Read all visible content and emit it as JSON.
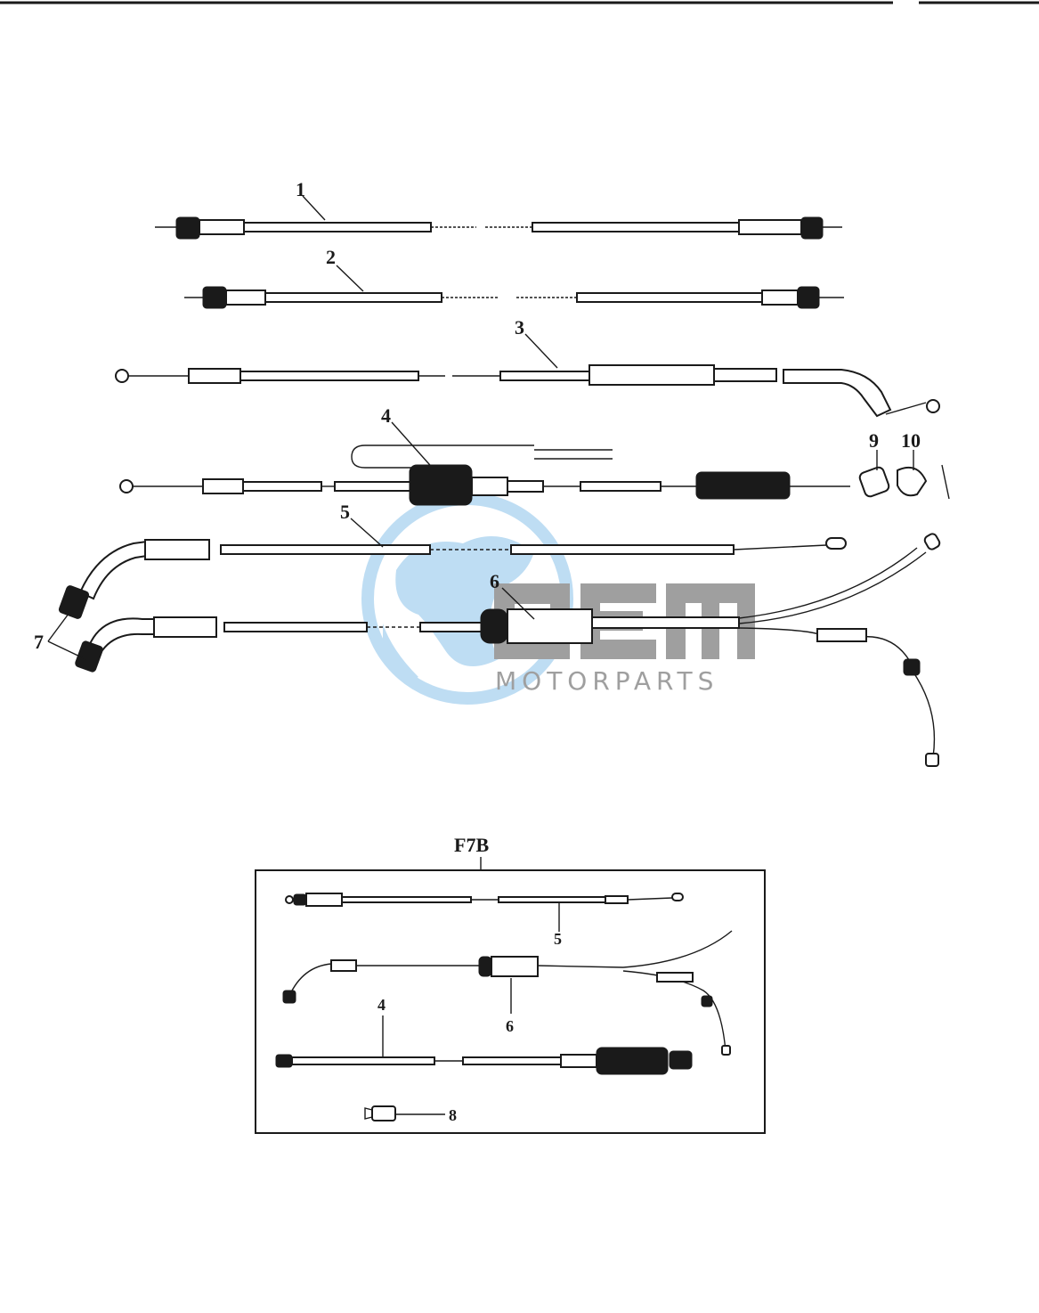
{
  "callouts": {
    "c1": "1",
    "c2": "2",
    "c3": "3",
    "c4": "4",
    "c5": "5",
    "c6": "6",
    "c7": "7",
    "c9": "9",
    "c10": "10"
  },
  "inset": {
    "title": "F7B",
    "c5": "5",
    "c6": "6",
    "c4": "4",
    "c8": "8"
  },
  "watermark": {
    "brand": "OEM",
    "subtitle": "MOTORPARTS",
    "globe_color": "#a9d2ef",
    "text_color": "#7f7f7f"
  }
}
